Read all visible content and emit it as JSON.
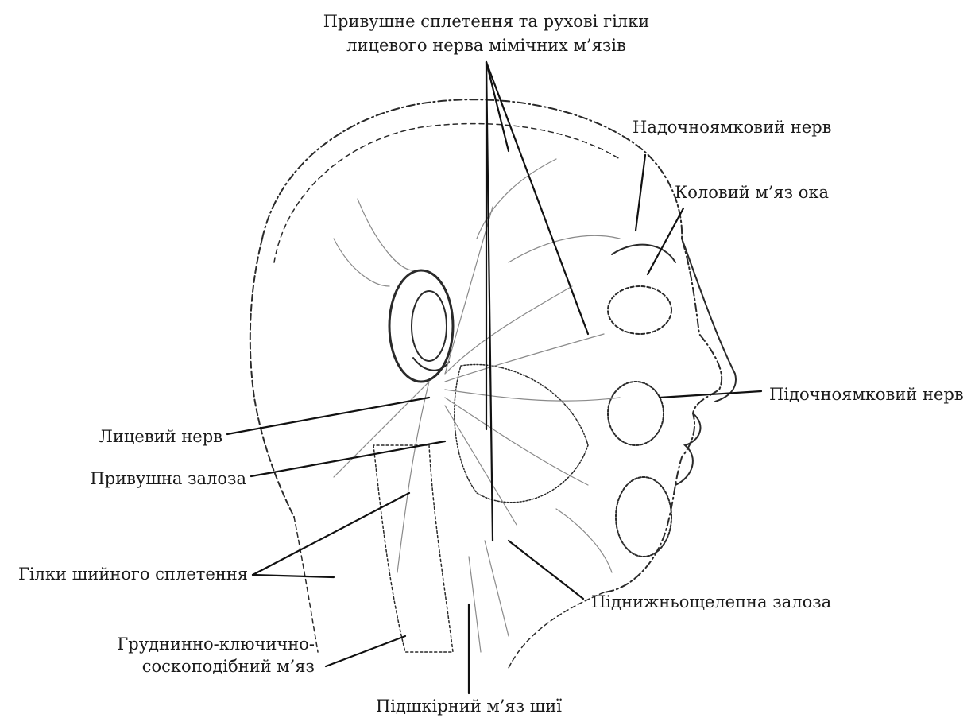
{
  "labels": {
    "top_line1": "Привушне сплетення та рухові гілки",
    "top_line2": "лицевого нерва мімічних м’язів",
    "supraorbital": "Надочноямковий нерв",
    "orbicularis": "Коловий м’яз ока",
    "infraorbital": "Підочноямковий нерв",
    "facial_nerve": "Лицевий нерв",
    "parotid": "Привушна залоза",
    "cervical": "Гілки шийного сплетення",
    "submandibular": "Піднижньощелепна залоза",
    "scm_line1": "Груднинно-ключично-",
    "scm_line2": "соскоподібний м’яз",
    "platysma": "Підшкірний м’яз шиї"
  },
  "colors": {
    "ink": "#1a1a1a",
    "shade": "#8a8a8a",
    "background": "#ffffff"
  }
}
